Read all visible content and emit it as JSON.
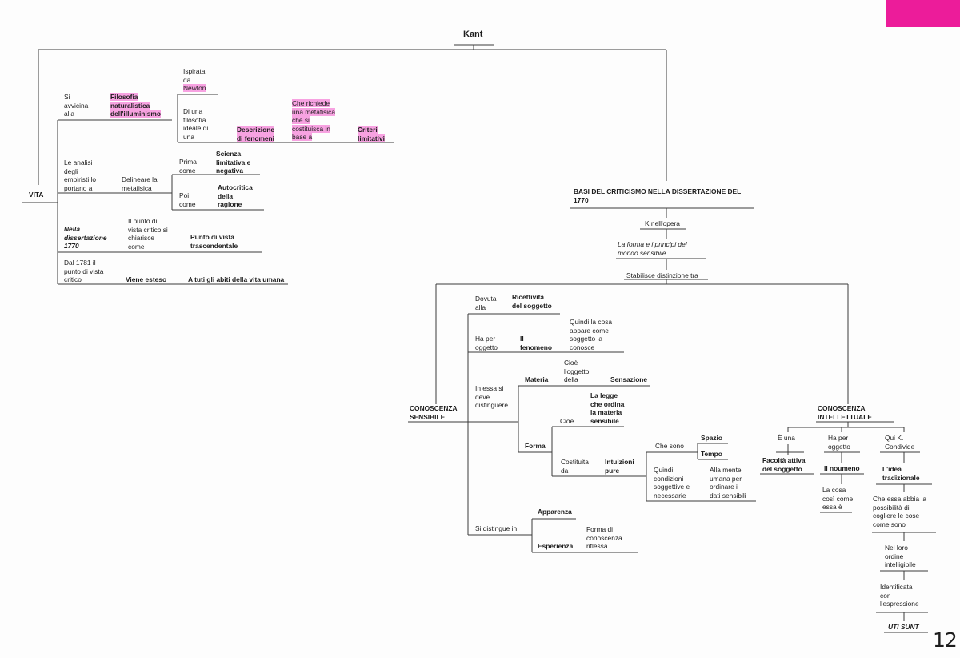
{
  "map": {
    "root": "Kant",
    "vita": {
      "label": "VITA",
      "si_avvicina": "Si\navvicina\nalla",
      "filosofia_naturalistica": "Filosofia\nnaturalistica\ndell'illuminismo",
      "ispirata_da": "Ispirata\nda",
      "newton": "Newton",
      "di_una_filosofia": "Di una\nfilosofia\nideale di\nuna",
      "descrizione_fenomeni": "Descrizione\ndi fenomeni",
      "che_richiede": "Che richiede\nuna metafisica\nche si\ncostituisca in\nbase a",
      "criteri_limitativi": "Criteri\nlimitativi",
      "analisi_empiristi": "Le analisi\ndegli\nempiristi lo\nportano a",
      "delineare_metafisica": "Delineare la\nmetafisica",
      "prima_come": "Prima\ncome",
      "scienza_limitativa": "Scienza\nlimitativa e\nnegativa",
      "poi_come": "Poi\ncome",
      "autocritica_ragione": "Autocritica\ndella\nragione",
      "nella_dissertazione": "Nella\ndissertazione\n1770",
      "punto_vista_critico": "Il punto di\nvista critico si\nchiarisce\ncome",
      "punto_vista_trascendentale": "Punto di vista\ntrascendentale",
      "dal_1781": "Dal 1781 il\npunto di vista\ncritico",
      "viene_esteso": "Viene esteso",
      "tutti_abiti": "A tuti gli abiti della vita umana"
    },
    "basi": {
      "title": "BASI DEL CRITICISMO NELLA DISSERTAZIONE DEL\n1770",
      "k_nell_opera": "K nell'opera",
      "opera_title": "La forma e i principi del\nmondo sensibile",
      "stabilisce": "Stabilisce distinzione tra"
    },
    "sensibile": {
      "label": "CONOSCENZA\nSENSIBILE",
      "dovuta_alla": "Dovuta\nalla",
      "ricettivita": "Ricettività\ndel soggetto",
      "ha_per_oggetto": "Ha per\noggetto",
      "il_fenomeno": "Il\nfenomeno",
      "quindi_cosa": "Quindi la cosa\nappare come\nsoggetto la\nconosce",
      "in_essa": "In essa si\ndeve\ndistinguere",
      "materia": "Materia",
      "cioe_oggetto": "Cioè\nl'oggetto\ndella",
      "sensazione": "Sensazione",
      "forma": "Forma",
      "cioe": "Cioè",
      "legge_ordina": "La legge\nche ordina\nla materia\nsensibile",
      "costituita_da": "Costituita\nda",
      "intuizioni_pure": "Intuizioni\npure",
      "che_sono": "Che sono",
      "spazio": "Spazio",
      "tempo": "Tempo",
      "quindi_condizioni": "Quindi\ncondizioni\nsoggettive e\nnecessarie",
      "alla_mente": "Alla mente\numana per\nordinare i\ndati sensibili",
      "si_distingue": "Si distingue in",
      "apparenza": "Apparenza",
      "esperienza": "Esperienza",
      "forma_conoscenza": "Forma di\nconoscenza\nriflessa"
    },
    "intellettuale": {
      "label": "CONOSCENZA\nINTELLETTUALE",
      "e_una": "È una",
      "facolta_attiva": "Facoltà attiva\ndel soggetto",
      "ha_per_oggetto": "Ha per\noggetto",
      "il_noumeno": "Il noumeno",
      "la_cosa": "La cosa\ncosì come\nessa è",
      "qui_k": "Qui K.\nCondivide",
      "idea_tradizionale": "L'idea\ntradizionale",
      "che_essa_abbia": "Che essa abbia la\npossibilità di\ncogliere le cose\ncome sono",
      "nel_loro_ordine": "Nel loro\nordine\nintelligibile",
      "identificata": "Identificata\ncon\nl'espressione",
      "uti_sunt": "UTI SUNT"
    }
  },
  "page_number": "12",
  "colors": {
    "highlight": "#f7a2e1",
    "corner_tab": "#ec1c9a",
    "ink": "#1d1d1d"
  }
}
